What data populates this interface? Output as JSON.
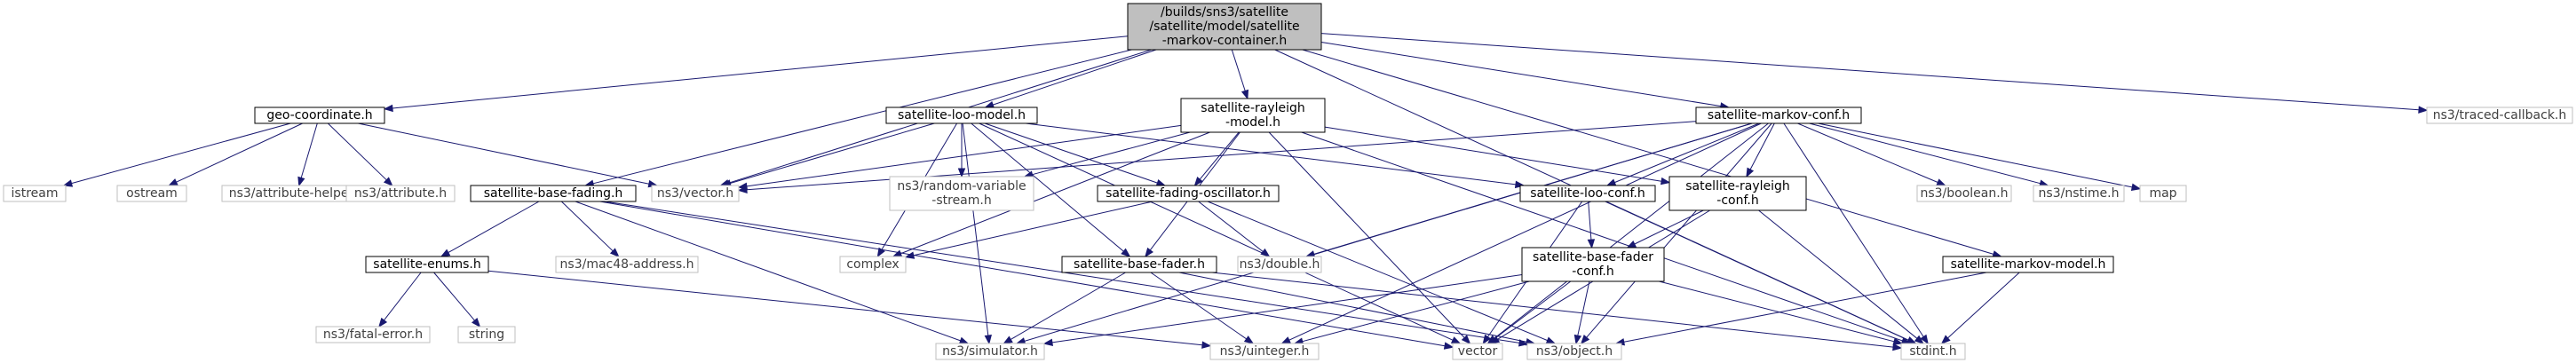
{
  "graph": {
    "title": "",
    "colors": {
      "edge": "#191970",
      "root_fill": "#bfbfbf",
      "border": "#000000",
      "external_border": "#bfbfbf"
    },
    "nodes": [
      {
        "id": "root",
        "kind": "root",
        "lines": [
          "/builds/sns3/satellite",
          "/satellite/model/satellite",
          "-markov-container.h"
        ]
      },
      {
        "id": "geo",
        "kind": "local",
        "lines": [
          "geo-coordinate.h"
        ]
      },
      {
        "id": "loo",
        "kind": "local",
        "lines": [
          "satellite-loo-model.h"
        ]
      },
      {
        "id": "rayleigh",
        "kind": "local",
        "lines": [
          "satellite-rayleigh",
          "-model.h"
        ]
      },
      {
        "id": "markovconf",
        "kind": "local",
        "lines": [
          "satellite-markov-conf.h"
        ]
      },
      {
        "id": "traced",
        "kind": "ext",
        "lines": [
          "ns3/traced-callback.h"
        ]
      },
      {
        "id": "istream",
        "kind": "ext",
        "lines": [
          "istream"
        ]
      },
      {
        "id": "ostream",
        "kind": "ext",
        "lines": [
          "ostream"
        ]
      },
      {
        "id": "attrhelper",
        "kind": "ext",
        "lines": [
          "ns3/attribute-helper.h"
        ]
      },
      {
        "id": "attr",
        "kind": "ext",
        "lines": [
          "ns3/attribute.h"
        ]
      },
      {
        "id": "basefading",
        "kind": "local",
        "lines": [
          "satellite-base-fading.h"
        ]
      },
      {
        "id": "vector3",
        "kind": "ext",
        "lines": [
          "ns3/vector.h"
        ]
      },
      {
        "id": "randvar",
        "kind": "ext",
        "lines": [
          "ns3/random-variable",
          "-stream.h"
        ]
      },
      {
        "id": "oscillator",
        "kind": "local",
        "lines": [
          "satellite-fading-oscillator.h"
        ]
      },
      {
        "id": "looconf",
        "kind": "local",
        "lines": [
          "satellite-loo-conf.h"
        ]
      },
      {
        "id": "rayconf",
        "kind": "local",
        "lines": [
          "satellite-rayleigh",
          "-conf.h"
        ]
      },
      {
        "id": "boolean",
        "kind": "ext",
        "lines": [
          "ns3/boolean.h"
        ]
      },
      {
        "id": "nstime",
        "kind": "ext",
        "lines": [
          "ns3/nstime.h"
        ]
      },
      {
        "id": "map",
        "kind": "ext",
        "lines": [
          "map"
        ]
      },
      {
        "id": "enums",
        "kind": "local",
        "lines": [
          "satellite-enums.h"
        ]
      },
      {
        "id": "mac48",
        "kind": "ext",
        "lines": [
          "ns3/mac48-address.h"
        ]
      },
      {
        "id": "complex",
        "kind": "ext",
        "lines": [
          "complex"
        ]
      },
      {
        "id": "double",
        "kind": "ext",
        "lines": [
          "ns3/double.h"
        ]
      },
      {
        "id": "basefader",
        "kind": "local",
        "lines": [
          "satellite-base-fader.h"
        ]
      },
      {
        "id": "faderconf",
        "kind": "local",
        "lines": [
          "satellite-base-fader",
          "-conf.h"
        ]
      },
      {
        "id": "markovmodel",
        "kind": "local",
        "lines": [
          "satellite-markov-model.h"
        ]
      },
      {
        "id": "fatal",
        "kind": "ext",
        "lines": [
          "ns3/fatal-error.h"
        ]
      },
      {
        "id": "string",
        "kind": "ext",
        "lines": [
          "string"
        ]
      },
      {
        "id": "simulator",
        "kind": "ext",
        "lines": [
          "ns3/simulator.h"
        ]
      },
      {
        "id": "uinteger",
        "kind": "ext",
        "lines": [
          "ns3/uinteger.h"
        ]
      },
      {
        "id": "vector",
        "kind": "ext",
        "lines": [
          "vector"
        ]
      },
      {
        "id": "object",
        "kind": "ext",
        "lines": [
          "ns3/object.h"
        ]
      },
      {
        "id": "stdint",
        "kind": "ext",
        "lines": [
          "stdint.h"
        ]
      }
    ],
    "edges": [
      [
        "root",
        "geo"
      ],
      [
        "root",
        "loo"
      ],
      [
        "root",
        "rayleigh"
      ],
      [
        "root",
        "markovconf"
      ],
      [
        "root",
        "traced"
      ],
      [
        "root",
        "basefading"
      ],
      [
        "root",
        "vector3"
      ],
      [
        "root",
        "markovmodel"
      ],
      [
        "root",
        "stdint"
      ],
      [
        "geo",
        "istream"
      ],
      [
        "geo",
        "ostream"
      ],
      [
        "geo",
        "attrhelper"
      ],
      [
        "geo",
        "attr"
      ],
      [
        "geo",
        "vector3"
      ],
      [
        "loo",
        "vector3"
      ],
      [
        "loo",
        "randvar"
      ],
      [
        "loo",
        "oscillator"
      ],
      [
        "loo",
        "complex"
      ],
      [
        "loo",
        "basefader"
      ],
      [
        "loo",
        "looconf"
      ],
      [
        "loo",
        "vector"
      ],
      [
        "loo",
        "simulator"
      ],
      [
        "rayleigh",
        "vector3"
      ],
      [
        "rayleigh",
        "randvar"
      ],
      [
        "rayleigh",
        "oscillator"
      ],
      [
        "rayleigh",
        "complex"
      ],
      [
        "rayleigh",
        "basefader"
      ],
      [
        "rayleigh",
        "rayconf"
      ],
      [
        "rayleigh",
        "vector"
      ],
      [
        "rayleigh",
        "stdint"
      ],
      [
        "markovconf",
        "looconf"
      ],
      [
        "markovconf",
        "rayconf"
      ],
      [
        "markovconf",
        "boolean"
      ],
      [
        "markovconf",
        "nstime"
      ],
      [
        "markovconf",
        "map"
      ],
      [
        "markovconf",
        "vector3"
      ],
      [
        "markovconf",
        "double"
      ],
      [
        "markovconf",
        "simulator"
      ],
      [
        "markovconf",
        "uinteger"
      ],
      [
        "markovconf",
        "vector"
      ],
      [
        "markovconf",
        "object"
      ],
      [
        "markovconf",
        "stdint"
      ],
      [
        "basefading",
        "enums"
      ],
      [
        "basefading",
        "mac48"
      ],
      [
        "basefading",
        "simulator"
      ],
      [
        "basefading",
        "vector"
      ],
      [
        "basefading",
        "object"
      ],
      [
        "oscillator",
        "complex"
      ],
      [
        "oscillator",
        "double"
      ],
      [
        "oscillator",
        "object"
      ],
      [
        "looconf",
        "faderconf"
      ],
      [
        "looconf",
        "vector"
      ],
      [
        "looconf",
        "stdint"
      ],
      [
        "rayconf",
        "faderconf"
      ],
      [
        "rayconf",
        "vector"
      ],
      [
        "rayconf",
        "stdint"
      ],
      [
        "enums",
        "fatal"
      ],
      [
        "enums",
        "string"
      ],
      [
        "enums",
        "uinteger"
      ],
      [
        "basefader",
        "simulator"
      ],
      [
        "basefader",
        "uinteger"
      ],
      [
        "basefader",
        "object"
      ],
      [
        "basefader",
        "stdint"
      ],
      [
        "faderconf",
        "simulator"
      ],
      [
        "faderconf",
        "uinteger"
      ],
      [
        "faderconf",
        "vector"
      ],
      [
        "faderconf",
        "object"
      ],
      [
        "faderconf",
        "stdint"
      ],
      [
        "markovmodel",
        "object"
      ],
      [
        "markovmodel",
        "stdint"
      ]
    ]
  }
}
